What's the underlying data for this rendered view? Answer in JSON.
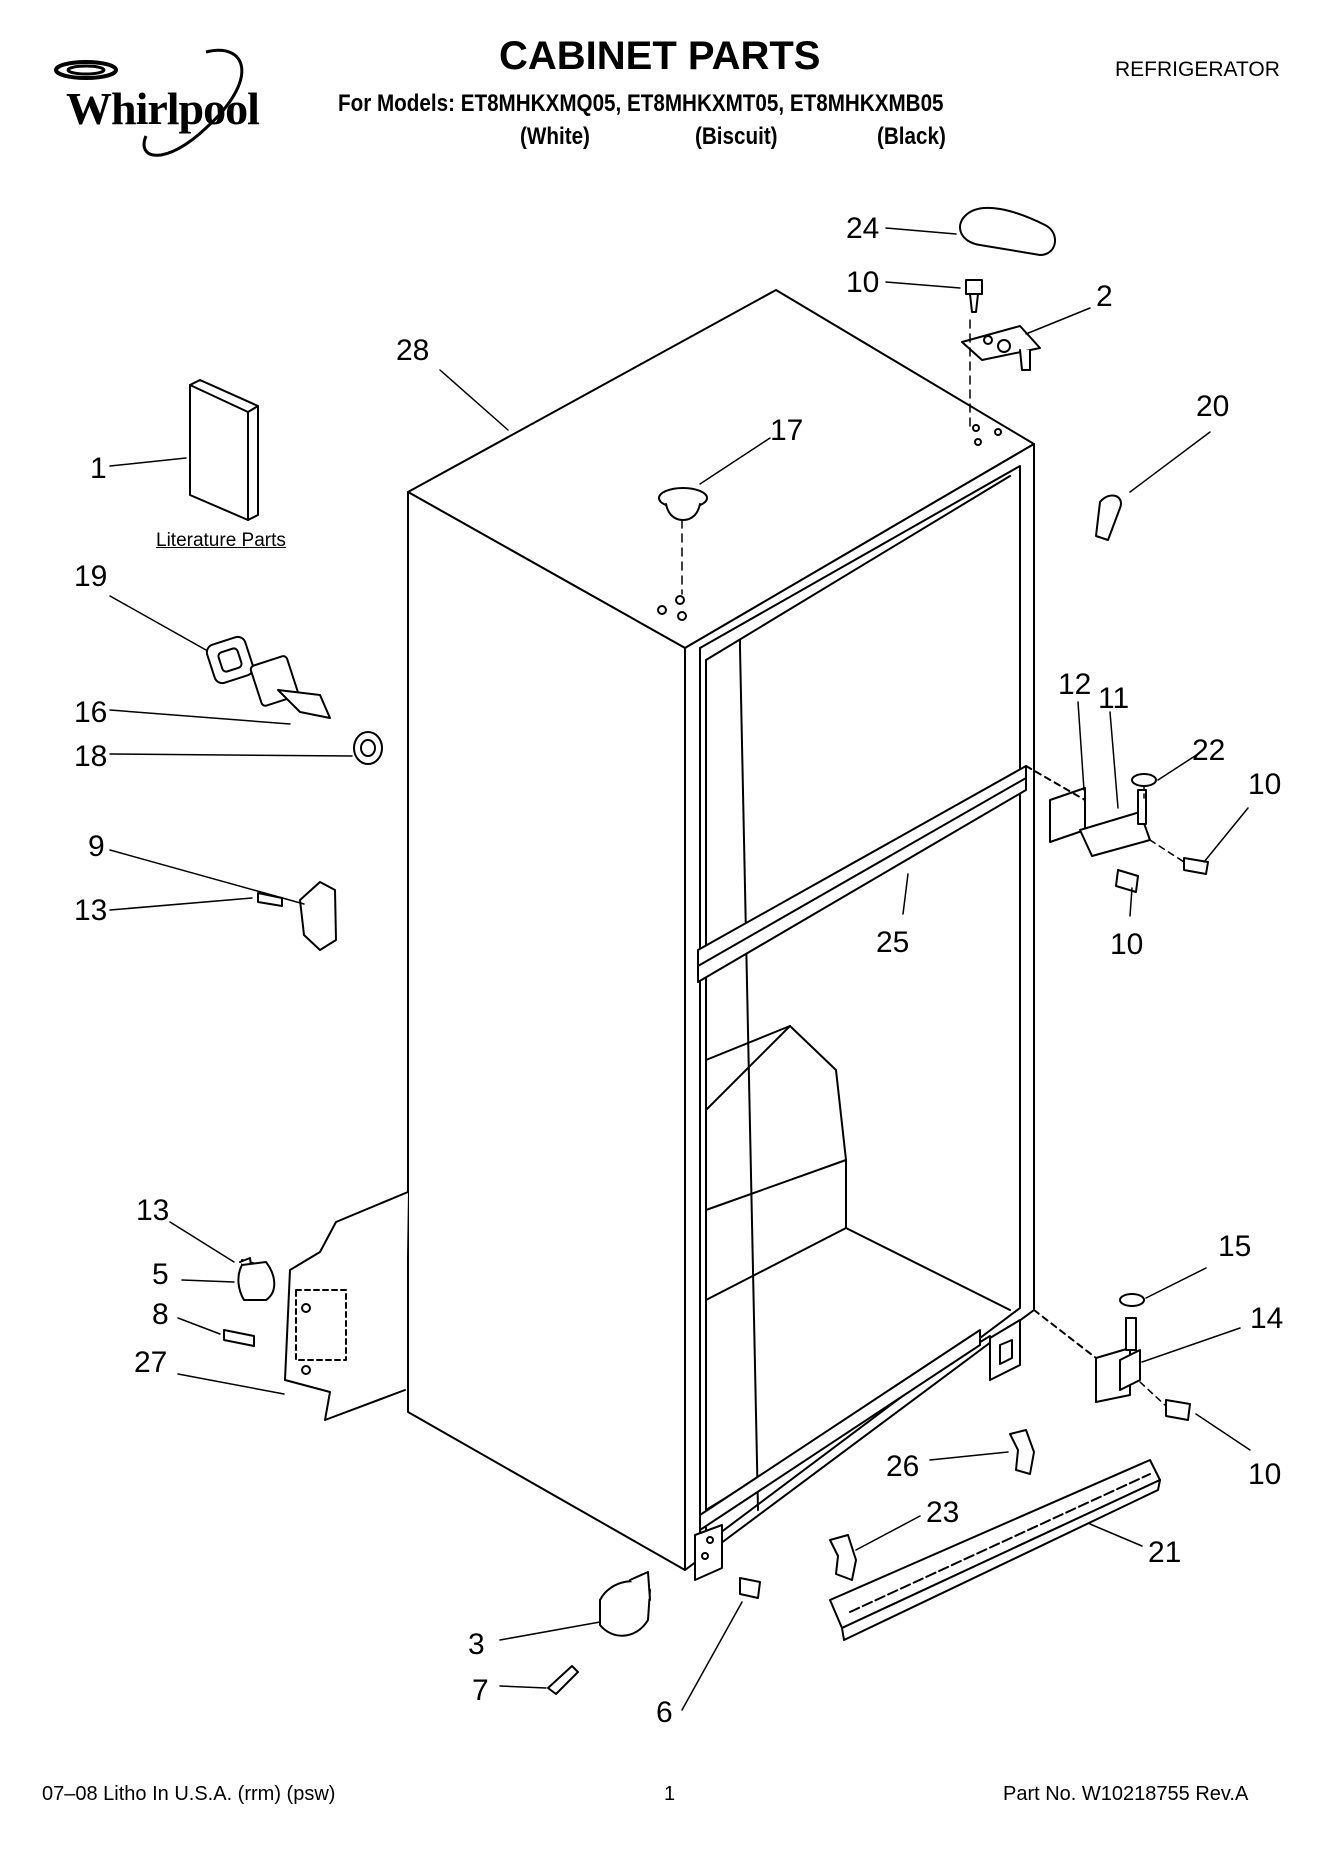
{
  "brand": {
    "name": "Whirlpool"
  },
  "header": {
    "title": "CABINET PARTS",
    "appliance_type": "REFRIGERATOR",
    "models_line": "For Models: ET8MHKXMQ05, ET8MHKXMT05, ET8MHKXMB05",
    "colors": [
      "(White)",
      "(Biscuit)",
      "(Black)"
    ]
  },
  "diagram": {
    "literature_label": "Literature Parts",
    "callouts": [
      "24",
      "10",
      "2",
      "28",
      "17",
      "20",
      "1",
      "19",
      "16",
      "18",
      "12",
      "11",
      "22",
      "10",
      "25",
      "10",
      "9",
      "13",
      "13",
      "5",
      "8",
      "27",
      "15",
      "14",
      "10",
      "26",
      "23",
      "21",
      "3",
      "7",
      "6"
    ]
  },
  "footer": {
    "left": "07–08 Litho In U.S.A. (rrm) (psw)",
    "page": "1",
    "right": "Part No. W10218755 Rev.A"
  }
}
